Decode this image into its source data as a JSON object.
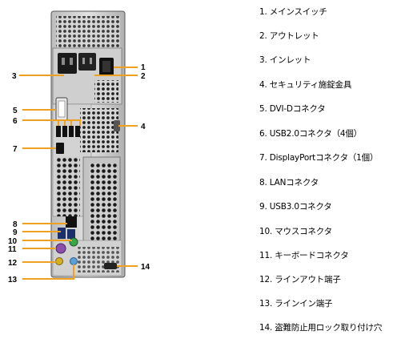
{
  "callouts": [
    {
      "num": "1",
      "label": "メインスイッチ"
    },
    {
      "num": "2",
      "label": "アウトレット"
    },
    {
      "num": "3",
      "label": "インレット"
    },
    {
      "num": "4",
      "label": "セキュリティ施錠金具"
    },
    {
      "num": "5",
      "label": "DVI-Dコネクタ"
    },
    {
      "num": "6",
      "label": "USB2.0コネクタ（4個）"
    },
    {
      "num": "7",
      "label": "DisplayPortコネクタ（1個）"
    },
    {
      "num": "8",
      "label": "LANコネクタ"
    },
    {
      "num": "9",
      "label": "USB3.0コネクタ"
    },
    {
      "num": "10",
      "label": "マウスコネクタ"
    },
    {
      "num": "11",
      "label": "キーボードコネクタ"
    },
    {
      "num": "12",
      "label": "ラインアウト端子"
    },
    {
      "num": "13",
      "label": "ラインイン端子"
    },
    {
      "num": "14",
      "label": "盗難防止用ロック取り付け穴"
    }
  ],
  "colors": {
    "callout_line": "#f0a020",
    "chassis": "#d9d9d9",
    "chassis_dark": "#4a4a4a",
    "port_black": "#111111",
    "mouse_port": "#3aa64a",
    "keyboard_port": "#8a4fa8",
    "audio_out": "#d4b020",
    "audio_in": "#5aa0d8"
  }
}
